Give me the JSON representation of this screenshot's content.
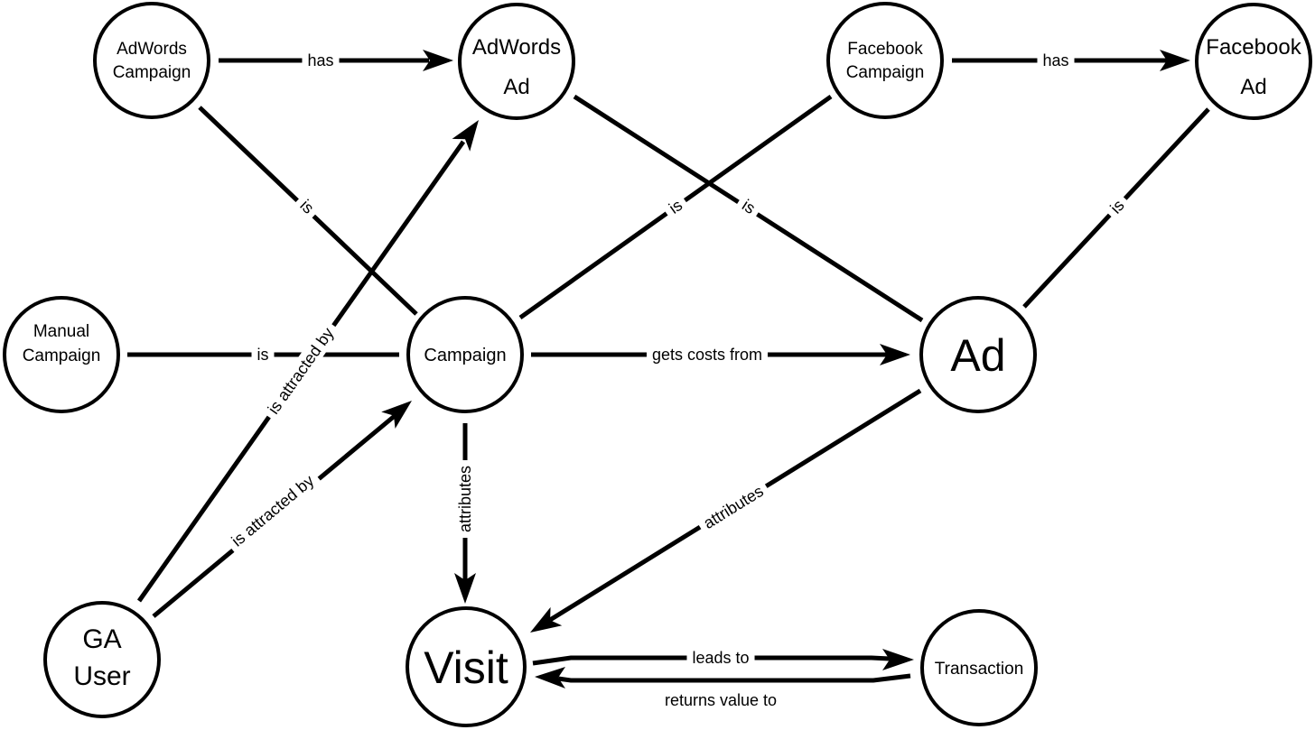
{
  "nodes": {
    "adwords_campaign": [
      "AdWords",
      "Campaign"
    ],
    "adwords_ad": [
      "AdWords",
      "Ad"
    ],
    "facebook_campaign": [
      "Facebook",
      "Campaign"
    ],
    "facebook_ad": [
      "Facebook",
      "Ad"
    ],
    "manual_campaign": [
      "Manual",
      "Campaign"
    ],
    "campaign": [
      "Campaign"
    ],
    "ad": [
      "Ad"
    ],
    "ga_user": [
      "GA",
      "User"
    ],
    "visit": [
      "Visit"
    ],
    "transaction": [
      "Transaction"
    ]
  },
  "edges": {
    "adwords_campaign_has": "has",
    "facebook_campaign_has": "has",
    "adwords_campaign_is": "is",
    "adwords_ad_is": "is",
    "facebook_campaign_is": "is",
    "facebook_ad_is": "is",
    "manual_campaign_is": "is",
    "campaign_gets_costs": "gets costs from",
    "user_attracted_adwords_ad": "is attracted by",
    "user_attracted_campaign": "is attracted by",
    "campaign_attributes": "attributes",
    "ad_attributes": "attributes",
    "visit_leads_to": "leads to",
    "transaction_returns_value": "returns value to"
  }
}
